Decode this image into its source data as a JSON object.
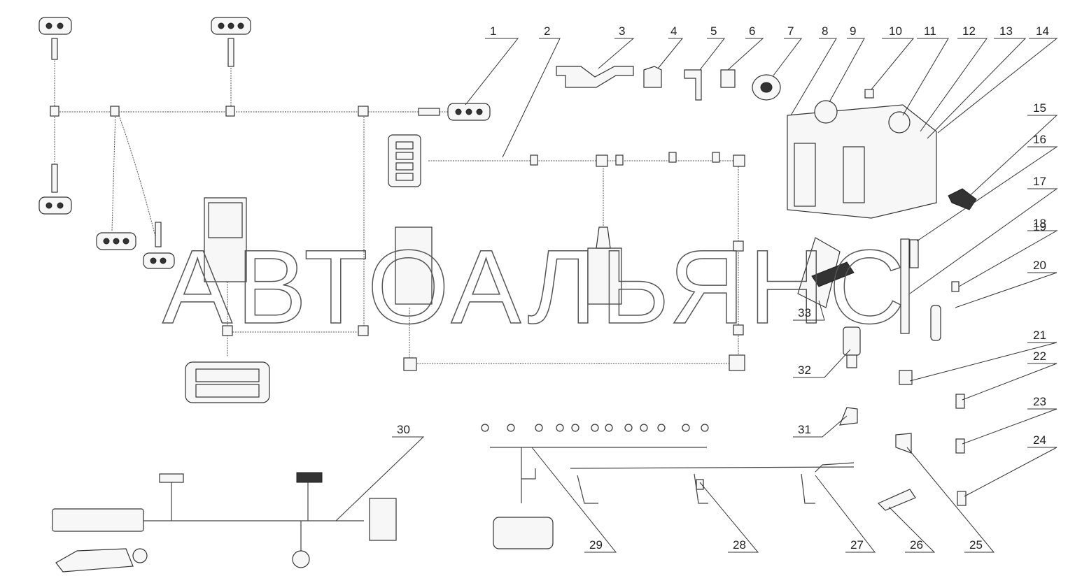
{
  "watermark": "АВТОАЛЬЯНС",
  "callouts": [
    "1",
    "2",
    "3",
    "4",
    "5",
    "6",
    "7",
    "8",
    "9",
    "10",
    "11",
    "12",
    "13",
    "14",
    "15",
    "16",
    "17",
    "18",
    "19",
    "20",
    "21",
    "22",
    "23",
    "24",
    "25",
    "26",
    "27",
    "28",
    "29",
    "30",
    "31",
    "32",
    "33"
  ],
  "colors": {
    "line": "#333333",
    "background": "#ffffff"
  }
}
